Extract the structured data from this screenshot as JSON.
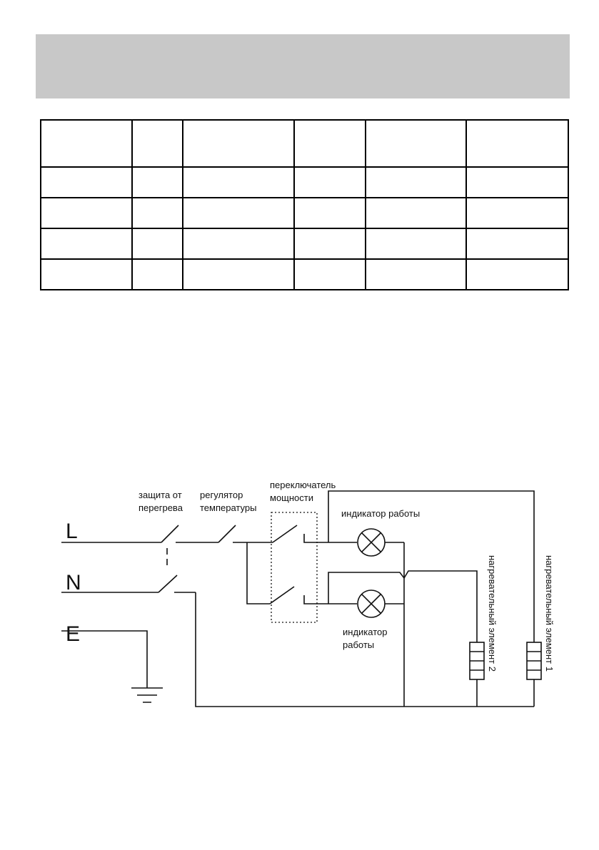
{
  "header": {
    "title": ""
  },
  "table": {
    "column_count": 6,
    "row_count": 5
  },
  "schematic": {
    "lines": {
      "line": "L",
      "neutral": "N",
      "earth": "E"
    },
    "labels": {
      "overheat_1": "защита от",
      "overheat_2": "перегрева",
      "thermo_1": "регулятор",
      "thermo_2": "температуры",
      "switch_1": "переключатель",
      "switch_2": "мощности",
      "indicator_top": "индикатор работы",
      "indicator_bottom_1": "индикатор",
      "indicator_bottom_2": "работы",
      "heater_2": "нагревательный элемент 2",
      "heater_1": "нагревательный элемент 1"
    }
  }
}
